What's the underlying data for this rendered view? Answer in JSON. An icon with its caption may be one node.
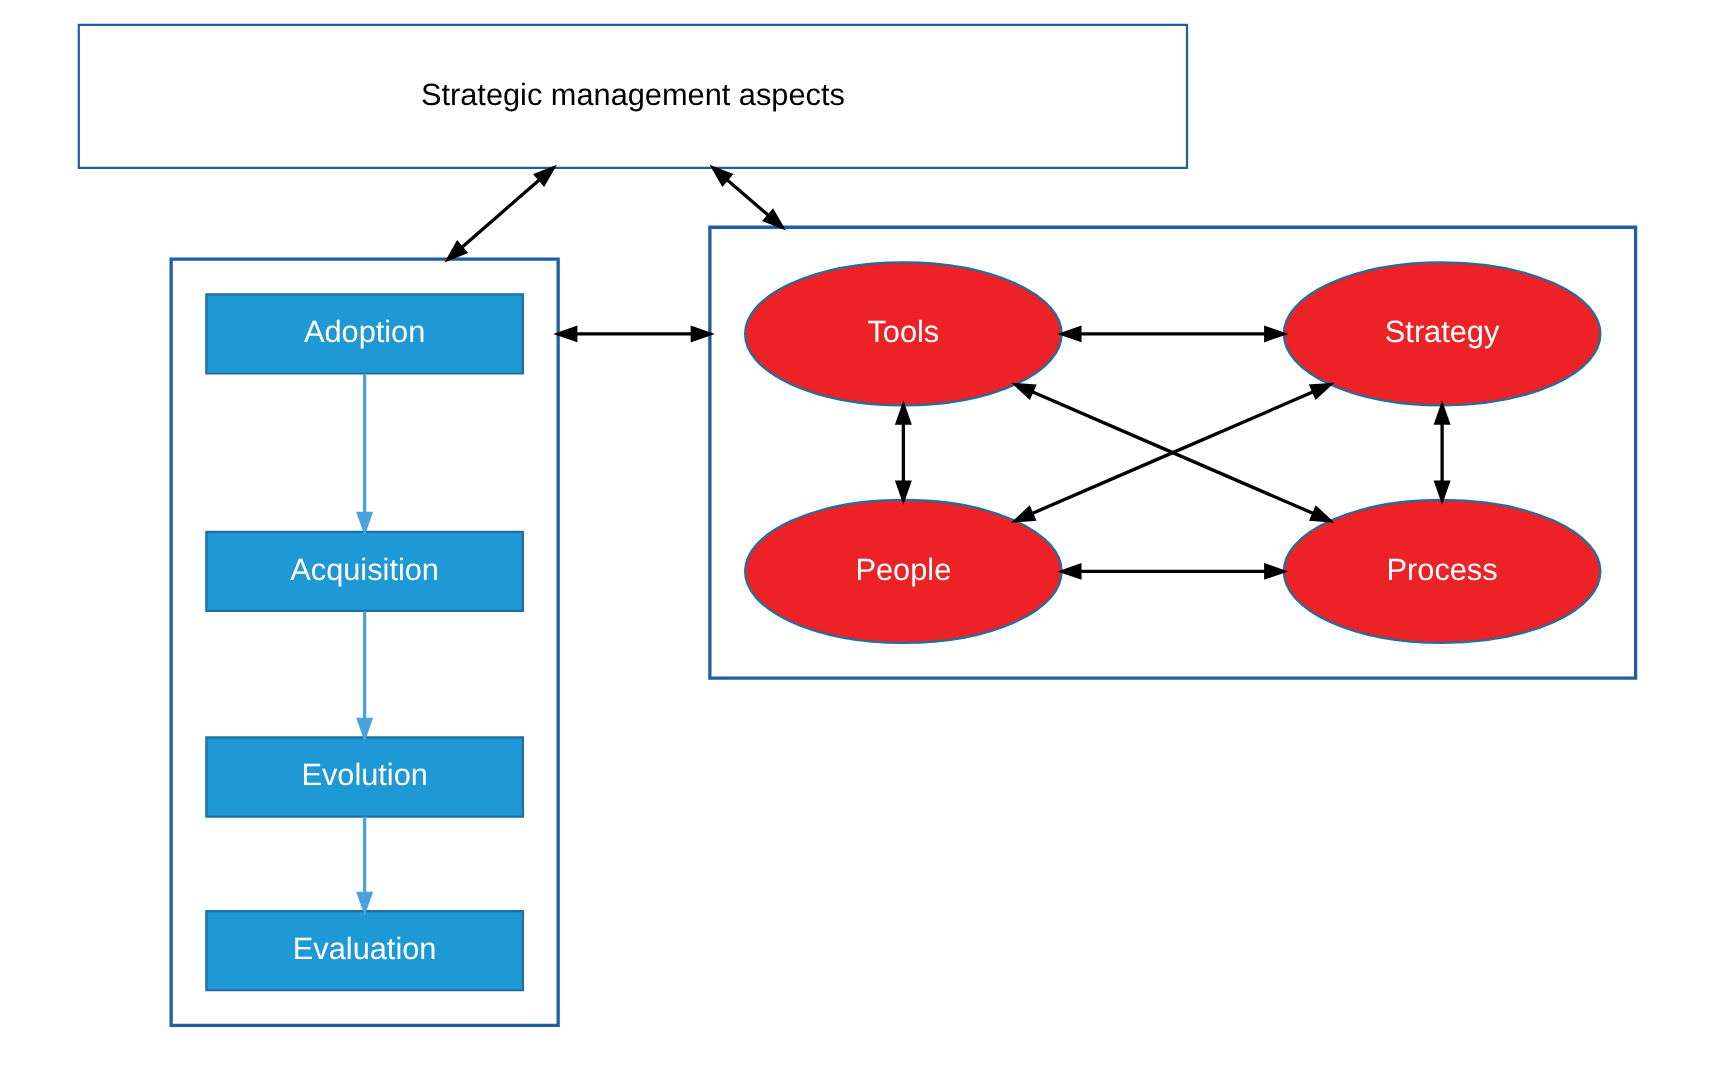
{
  "diagram": {
    "nodes": [
      {
        "text": [
          "Strategic management aspects"
        ]
      },
      {
        "text": [],
        "shape": "box"
      },
      {
        "text": [
          "Adoption"
        ],
        "in": 1
      },
      {
        "text": [
          "Acquisition"
        ],
        "in": 1
      },
      {
        "text": [
          "Evolution"
        ],
        "in": 1
      },
      {
        "text": [
          "Evaluation"
        ],
        "in": 1
      },
      {
        "text": [],
        "shape": "box"
      },
      {
        "text": [
          "Tools"
        ],
        "in": 6
      },
      {
        "text": [
          "Strategy"
        ],
        "in": 6
      },
      {
        "text": [
          "People"
        ],
        "in": 6
      },
      {
        "text": [
          "Process"
        ],
        "in": 6
      }
    ],
    "edges": [
      {
        "from": 0,
        "to": 1,
        "arrow": "both"
      },
      {
        "from": 0,
        "to": 6,
        "arrow": "both"
      },
      {
        "from": 1,
        "to": 6,
        "arrow": "both"
      },
      {
        "from": 2,
        "to": 3,
        "arrow": "to",
        "color": "#4aa3df"
      },
      {
        "from": 3,
        "to": 4,
        "arrow": "to",
        "color": "#4aa3df"
      },
      {
        "from": 4,
        "to": 5,
        "arrow": "to",
        "color": "#4aa3df"
      },
      {
        "from": 7,
        "to": 8,
        "arrow": "both"
      },
      {
        "from": 7,
        "to": 9,
        "arrow": "both"
      },
      {
        "from": 8,
        "to": 10,
        "arrow": "both"
      },
      {
        "from": 9,
        "to": 10,
        "arrow": "both"
      },
      {
        "from": 7,
        "to": 10,
        "arrow": "both"
      },
      {
        "from": 8,
        "to": 9,
        "arrow": "both"
      }
    ]
  }
}
